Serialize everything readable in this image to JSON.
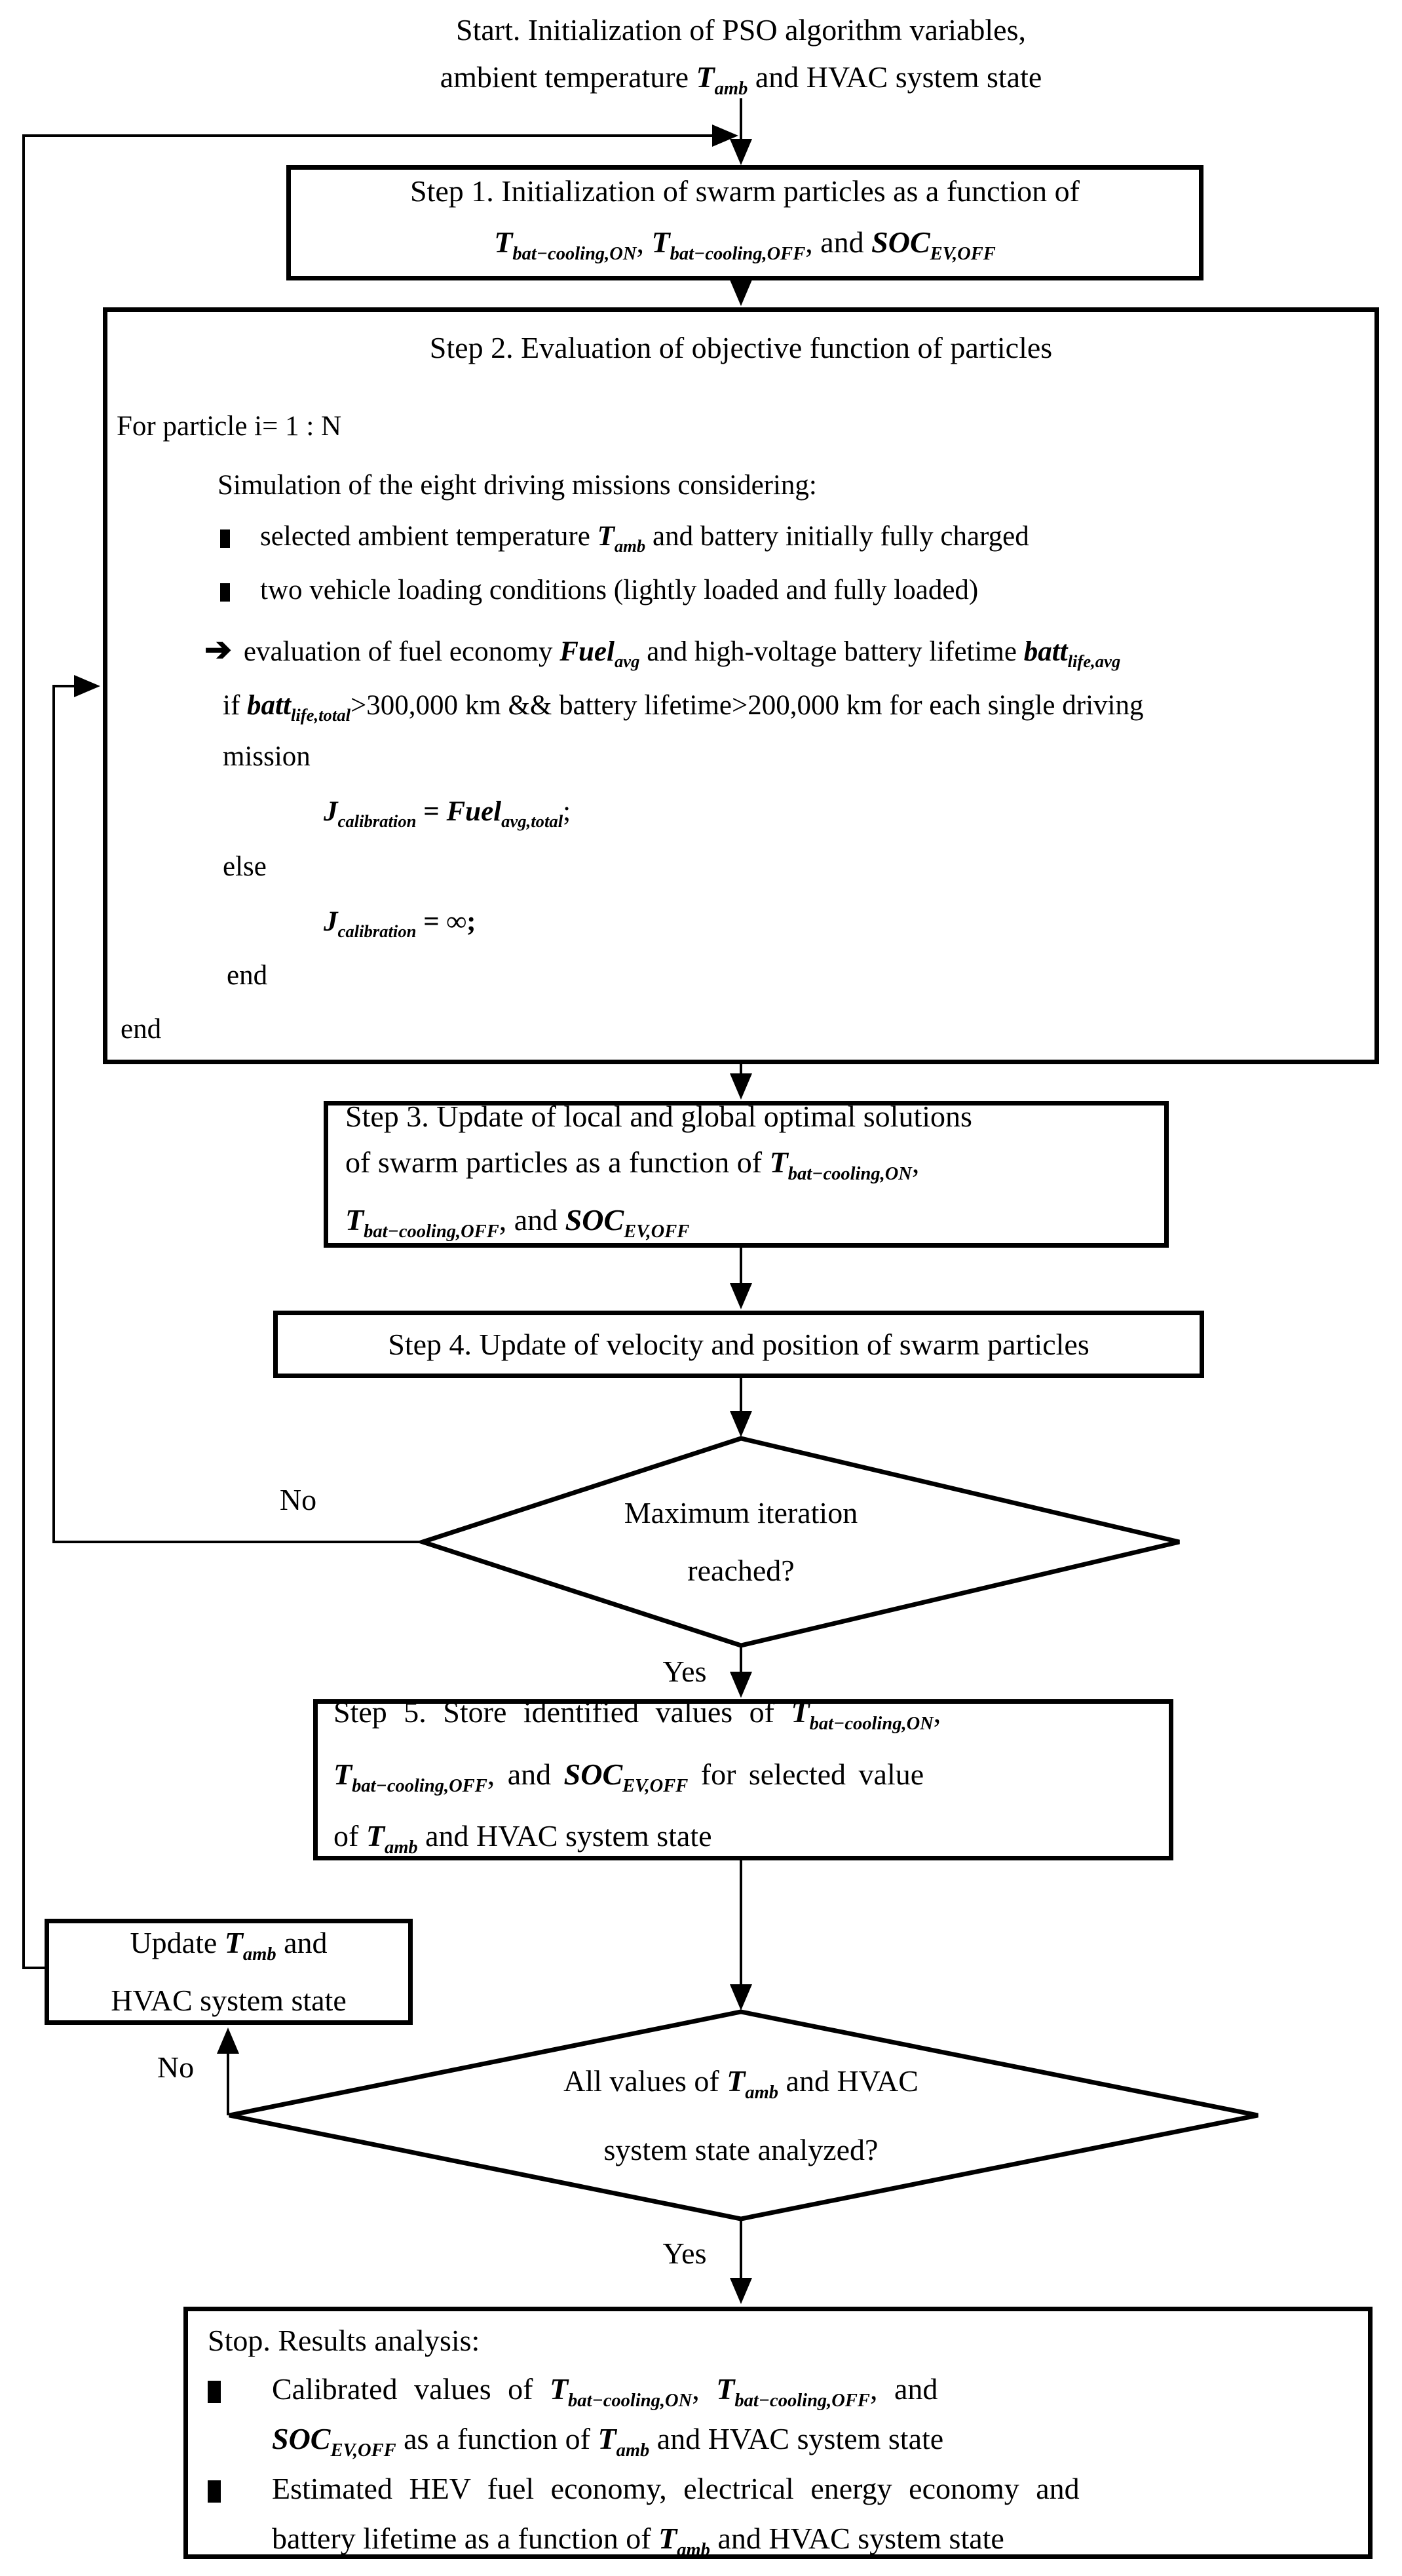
{
  "colors": {
    "ink": "#000000",
    "background": "#ffffff"
  },
  "icons": {
    "arrow_marker": "➔",
    "bullet": "square"
  },
  "vars": {
    "t_amb": {
      "base": "T",
      "sub": "amb"
    },
    "t_on": {
      "base": "T",
      "sub": "bat−cooling,ON"
    },
    "t_off": {
      "base": "T",
      "sub": "bat−cooling,OFF"
    },
    "soc": {
      "base": "SOC",
      "sub": "EV,OFF"
    },
    "fuel_avg": {
      "base": "Fuel",
      "sub": "avg"
    },
    "batt_avg": {
      "base": "batt",
      "sub": "life,avg"
    },
    "batt_total": {
      "base": "batt",
      "sub": "life,total"
    },
    "j_cal": {
      "base": "J",
      "sub": "calibration"
    },
    "fuel_total": {
      "base": "Fuel",
      "sub": "avg,total"
    }
  },
  "start": {
    "line1": "Start. Initialization of PSO algorithm variables,",
    "line2_pre": "ambient temperature ",
    "line2_post": " and HVAC system state"
  },
  "step1": {
    "line1": "Step 1. Initialization of swarm particles as a function of",
    "sep1": ", ",
    "sep2": ", and "
  },
  "step2": {
    "title": "Step 2. Evaluation of objective function of particles",
    "for_loop": "For particle i= 1 : N",
    "sim": "Simulation of the eight driving missions considering:",
    "b1_pre": "selected ambient temperature ",
    "b1_post": " and battery initially fully charged",
    "b2": "two vehicle loading conditions (lightly loaded and fully loaded)",
    "b3_pre": "evaluation of fuel economy ",
    "b3_mid": " and high-voltage battery lifetime ",
    "if_pre": "if ",
    "if_post": ">300,000 km && battery lifetime>200,000 km for each single driving",
    "mission": "mission",
    "eq": " = ",
    "semi": ";",
    "inf": "∞;",
    "else_kw": "else",
    "end_inner": "end",
    "end_outer": "end"
  },
  "step3": {
    "line1": "Step 3. Update of local and global optimal solutions",
    "line2_pre": "of swarm particles as a function of ",
    "comma": ",",
    "sep": ", and "
  },
  "step4": {
    "text": "Step 4. Update of velocity and position of swarm particles"
  },
  "decision1": {
    "line1": "Maximum iteration",
    "line2": "reached?",
    "no": "No",
    "yes": "Yes"
  },
  "step5": {
    "line1_pre": "Step 5. Store identified values of ",
    "comma": ",",
    "line2_sep": ", and ",
    "line2_post": " for selected value",
    "line3_pre": "of ",
    "line3_post": " and HVAC system state"
  },
  "update_box": {
    "line1_pre": "Update ",
    "line1_post": " and",
    "line2": "HVAC system state"
  },
  "decision2": {
    "line1_pre": "All values of ",
    "line1_post": " and HVAC",
    "line2": "system state analyzed?",
    "no": "No",
    "yes": "Yes"
  },
  "stop": {
    "title": "Stop. Results analysis:",
    "b1_pre": "Calibrated values of ",
    "b1_c1": ", ",
    "b1_c2": ", and",
    "b1l2_mid": " as a function of ",
    "b1l2_post": " and HVAC system state",
    "b2l1": "Estimated HEV fuel economy, electrical energy economy and",
    "b2l2_pre": "battery lifetime as a function of ",
    "b2l2_post": " and HVAC system state"
  }
}
